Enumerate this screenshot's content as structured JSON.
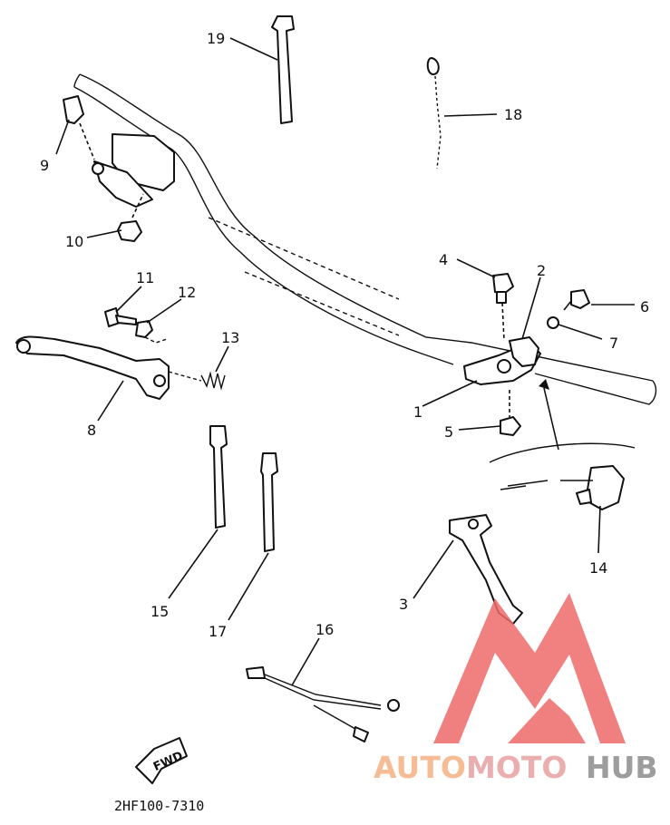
{
  "diagram": {
    "callouts": [
      "1",
      "2",
      "3",
      "4",
      "5",
      "6",
      "7",
      "8",
      "9",
      "10",
      "11",
      "12",
      "13",
      "14",
      "15",
      "16",
      "17",
      "18",
      "19"
    ],
    "part_code": "2HF100-7310",
    "fwd_label": "FWD"
  },
  "watermark": {
    "word_part1": "AUTO",
    "word_part2": "MOTO",
    "word_part3": "HUB",
    "colors": {
      "auto": "#f4b183",
      "moto": "#e8a0a0",
      "hub": "#8c8c8c",
      "logo": "#ee6b6b"
    }
  }
}
